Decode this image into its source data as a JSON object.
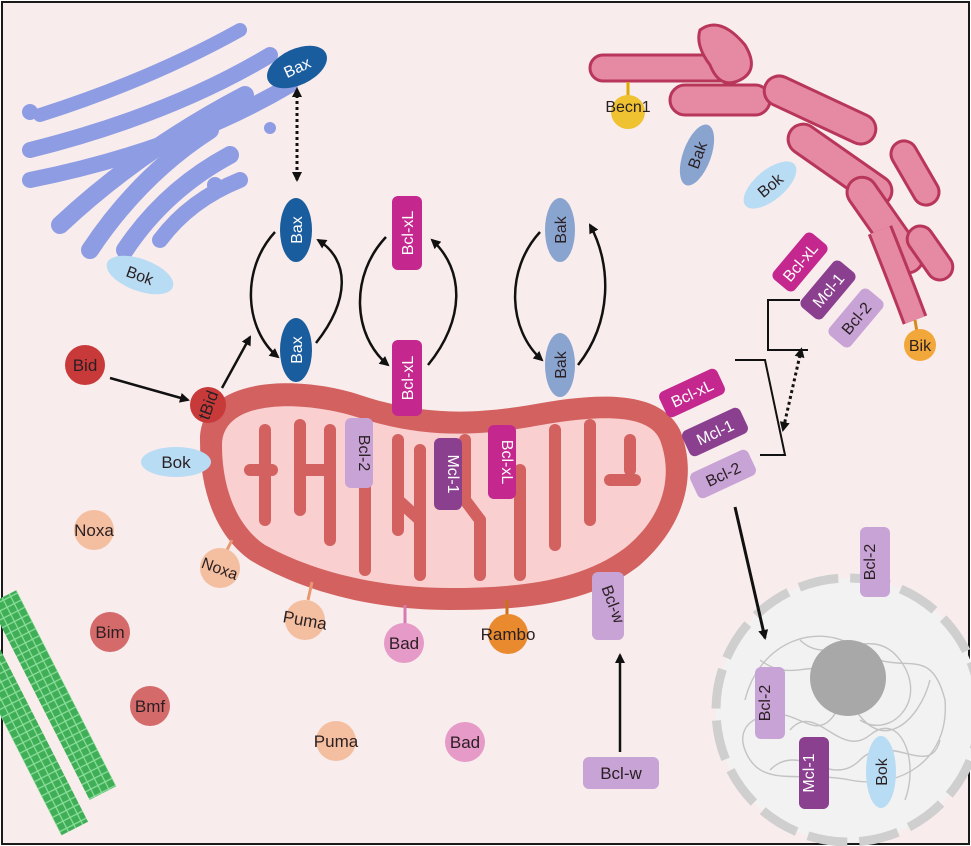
{
  "labels": {
    "golgi_bax": "Bax",
    "golgi_bok": "Bok",
    "er_becn1": "Becn1",
    "er_bak": "Bak",
    "er_bok": "Bok",
    "er_bclxl": "Bcl-xL",
    "er_mcl1": "Mcl-1",
    "er_bcl2": "Bcl-2",
    "er_bik": "Bik",
    "cyto_bax": "Bax",
    "cyto_bclxl": "Bcl-xL",
    "cyto_bak": "Bak",
    "mito_bax": "Bax",
    "mito_bclxl": "Bcl-xL",
    "mito_bak": "Bak",
    "bid": "Bid",
    "tbid": "tBid",
    "bok_left": "Bok",
    "mito_bcl2_in": "Bcl-2",
    "mito_mcl1_in": "Mcl-1",
    "mito_bclxl_in": "Bcl-xL",
    "mito_r_bclxl": "Bcl-xL",
    "mito_r_mcl1": "Mcl-1",
    "mito_r_bcl2": "Bcl-2",
    "noxa_free": "Noxa",
    "noxa_bound": "Noxa",
    "puma_bound": "Puma",
    "bad_bound": "Bad",
    "rambo": "Rambo",
    "bclw_bound": "Bcl-w",
    "bim": "Bim",
    "bmf": "Bmf",
    "puma_free": "Puma",
    "bad_free": "Bad",
    "bclw_free": "Bcl-w",
    "nuc_bcl2_top": "Bcl-2",
    "nuc_bcl2": "Bcl-2",
    "nuc_mcl1": "Mcl-1",
    "nuc_bok": "Bok"
  },
  "colors": {
    "background": "#f9ecec",
    "mito_outer": "#d2615f",
    "mito_inner": "#f9cfcf",
    "golgi": "#8e9de3",
    "er": "#e58aa2",
    "bax": "#1a5d9f",
    "bak": "#8aa4d0",
    "bclxl": "#c4288f",
    "mcl1": "#8a3f8f",
    "bcl2": "#c8a3d6",
    "bok": "#b8dcf3",
    "bid": "#c83a3a",
    "noxa_puma": "#f3bfa0",
    "bad": "#e59ac7",
    "rambo": "#e98a2e",
    "bik": "#f2a73b",
    "becn1": "#efc232",
    "bim_bmf": "#d46a6a",
    "microtubule": "#4fbf66"
  }
}
